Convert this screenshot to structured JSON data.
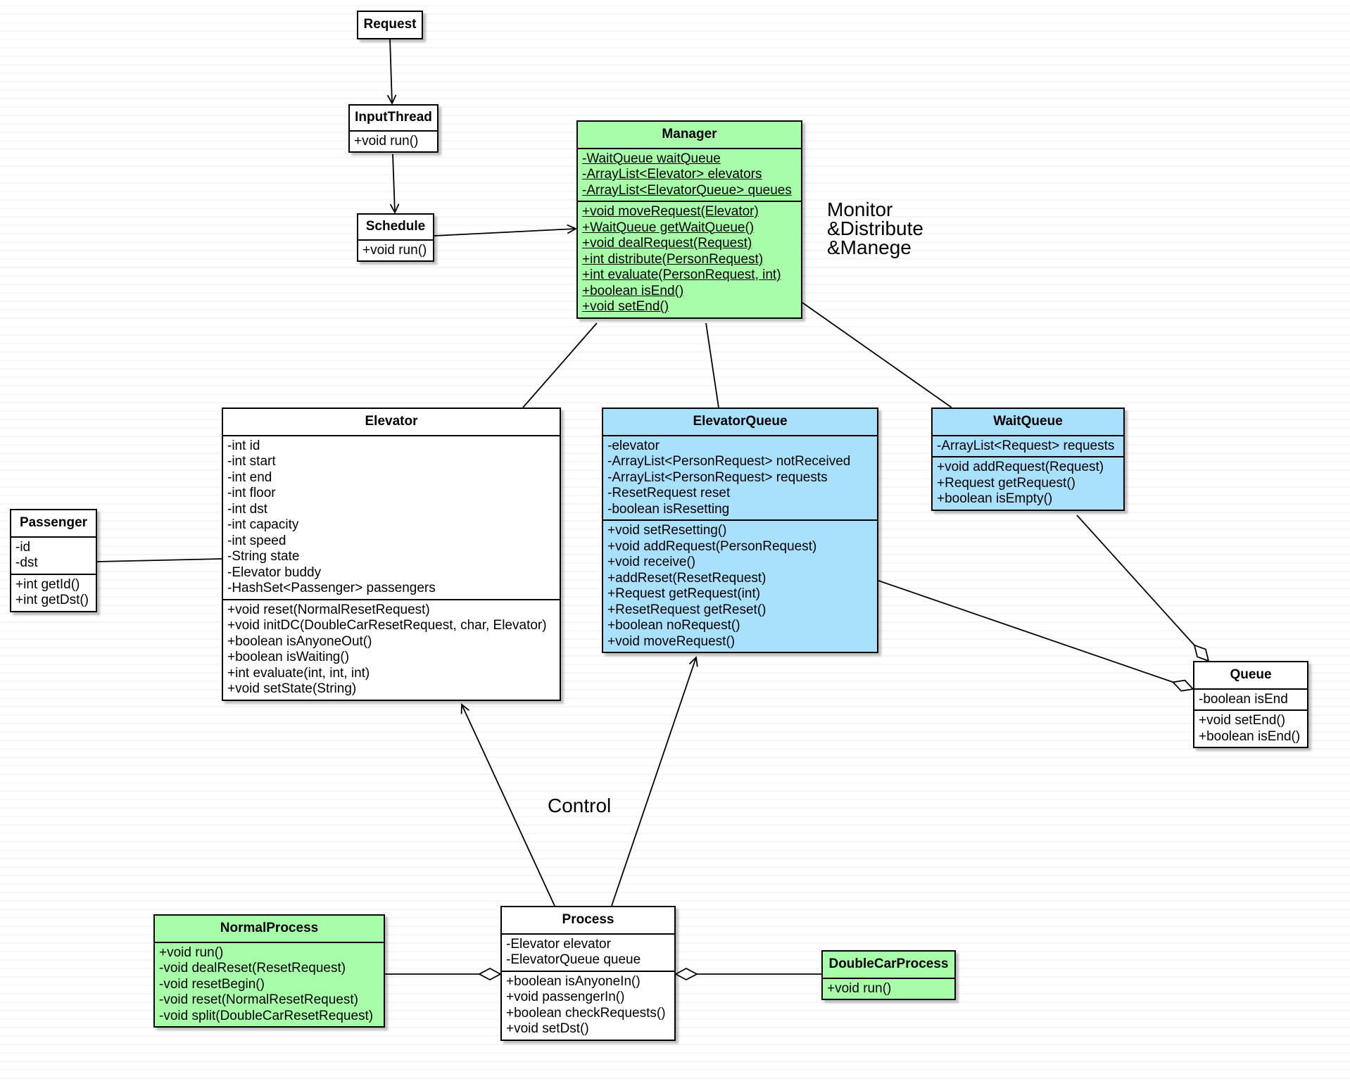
{
  "classes": {
    "request": {
      "name": "Request",
      "fill": "#ffffff",
      "attributes": [],
      "methods": []
    },
    "inputthread": {
      "name": "InputThread",
      "fill": "#ffffff",
      "attributes": [],
      "methods": [
        "+void run()"
      ]
    },
    "schedule": {
      "name": "Schedule",
      "fill": "#ffffff",
      "attributes": [],
      "methods": [
        "+void run()"
      ]
    },
    "manager": {
      "name": "Manager",
      "fill": "#a8fda8",
      "static_members": true,
      "attributes": [
        "-WaitQueue waitQueue",
        "-ArrayList<Elevator> elevators",
        "-ArrayList<ElevatorQueue> queues"
      ],
      "methods": [
        "+void moveRequest(Elevator)",
        "+WaitQueue getWaitQueue()",
        "+void dealRequest(Request)",
        "+int distribute(PersonRequest)",
        "+int evaluate(PersonRequest, int)",
        "+boolean isEnd()",
        "+void setEnd()"
      ]
    },
    "elevator": {
      "name": "Elevator",
      "fill": "#ffffff",
      "attributes": [
        "-int id",
        "-int start",
        "-int end",
        "-int floor",
        "-int dst",
        "-int capacity",
        "-int speed",
        "-String state",
        "-Elevator buddy",
        "-HashSet<Passenger> passengers"
      ],
      "methods": [
        "+void reset(NormalResetRequest)",
        "+void initDC(DoubleCarResetRequest, char, Elevator)",
        "+boolean isAnyoneOut()",
        "+boolean isWaiting()",
        "+int evaluate(int, int, int)",
        "+void setState(String)"
      ]
    },
    "elevatorqueue": {
      "name": "ElevatorQueue",
      "fill": "#a9e1fd",
      "attributes": [
        "-elevator",
        "-ArrayList<PersonRequest> notReceived",
        "-ArrayList<PersonRequest> requests",
        "-ResetRequest reset",
        "-boolean isResetting"
      ],
      "methods": [
        "+void setResetting()",
        "+void addRequest(PersonRequest)",
        "+void receive()",
        "+addReset(ResetRequest)",
        "+Request getRequest(int)",
        "+ResetRequest getReset()",
        "+boolean noRequest()",
        "+void moveRequest()"
      ]
    },
    "waitqueue": {
      "name": "WaitQueue",
      "fill": "#a9e1fd",
      "attributes": [
        "-ArrayList<Request> requests"
      ],
      "methods": [
        "+void addRequest(Request)",
        "+Request getRequest()",
        "+boolean isEmpty()"
      ]
    },
    "passenger": {
      "name": "Passenger",
      "fill": "#ffffff",
      "attributes": [
        "-id",
        "-dst"
      ],
      "methods": [
        "+int getId()",
        "+int getDst()"
      ]
    },
    "queue": {
      "name": "Queue",
      "fill": "#ffffff",
      "attributes": [
        "-boolean isEnd"
      ],
      "methods": [
        "+void setEnd()",
        "+boolean isEnd()"
      ]
    },
    "process": {
      "name": "Process",
      "fill": "#ffffff",
      "attributes": [
        "-Elevator elevator",
        "-ElevatorQueue queue"
      ],
      "methods": [
        "+boolean isAnyoneIn()",
        "+void passengerIn()",
        "+boolean checkRequests()",
        "+void setDst()"
      ]
    },
    "normalprocess": {
      "name": "NormalProcess",
      "fill": "#a8fda8",
      "attributes": [],
      "methods": [
        "+void run()",
        "-void dealReset(ResetRequest)",
        "-void resetBegin()",
        "-void reset(NormalResetRequest)",
        "-void split(DoubleCarResetRequest)"
      ]
    },
    "doublecarprocess": {
      "name": "DoubleCarProcess",
      "fill": "#a8fda8",
      "attributes": [],
      "methods": [
        "+void run()"
      ]
    }
  },
  "notes": {
    "monitor": [
      "Monitor",
      "&Distribute",
      "&Manege"
    ],
    "control": "Control"
  },
  "relations": [
    {
      "from": "Request",
      "to": "InputThread",
      "kind": "navigable-association"
    },
    {
      "from": "InputThread",
      "to": "Schedule",
      "kind": "navigable-association"
    },
    {
      "from": "Schedule",
      "to": "Manager",
      "kind": "navigable-association"
    },
    {
      "from": "Manager",
      "to": "Elevator",
      "kind": "association"
    },
    {
      "from": "Manager",
      "to": "ElevatorQueue",
      "kind": "association"
    },
    {
      "from": "Manager",
      "to": "WaitQueue",
      "kind": "association"
    },
    {
      "from": "Passenger",
      "to": "Elevator",
      "kind": "association"
    },
    {
      "from": "ElevatorQueue",
      "to": "Queue",
      "kind": "aggregation"
    },
    {
      "from": "WaitQueue",
      "to": "Queue",
      "kind": "aggregation"
    },
    {
      "from": "Process",
      "to": "Elevator",
      "kind": "navigable-association"
    },
    {
      "from": "Process",
      "to": "ElevatorQueue",
      "kind": "navigable-association"
    },
    {
      "from": "NormalProcess",
      "to": "Process",
      "kind": "aggregation"
    },
    {
      "from": "DoubleCarProcess",
      "to": "Process",
      "kind": "aggregation"
    }
  ]
}
